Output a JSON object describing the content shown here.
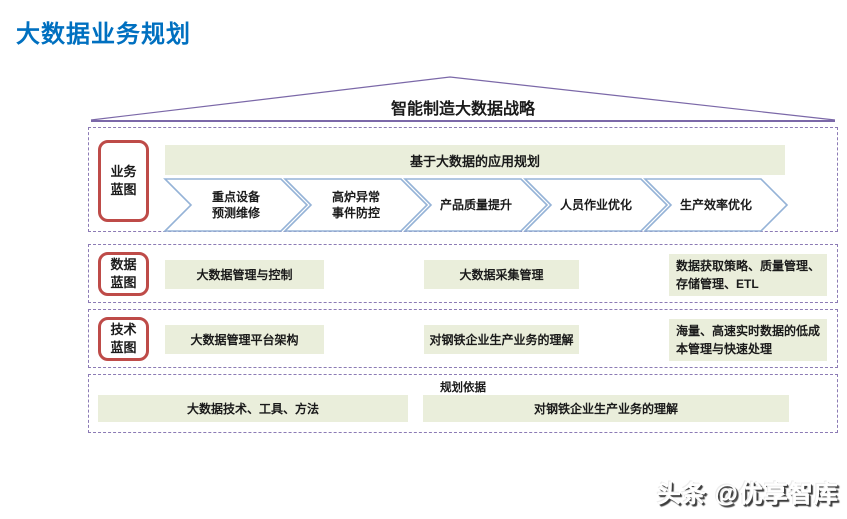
{
  "page": {
    "title": "大数据业务规划"
  },
  "strategy": {
    "label": "智能制造大数据战略"
  },
  "rows": {
    "business": {
      "label": "业务\n蓝图",
      "header": "基于大数据的应用规划",
      "arrows": [
        "重点设备\n预测维修",
        "高炉异常\n事件防控",
        "产品质量提升",
        "人员作业优化",
        "生产效率优化"
      ]
    },
    "data": {
      "label": "数据\n蓝图",
      "boxes": [
        "大数据管理与控制",
        "大数据采集管理",
        "数据获取策略、质量管理、存储管理、ETL"
      ]
    },
    "tech": {
      "label": "技术\n蓝图",
      "boxes": [
        "大数据管理平台架构",
        "对钢铁企业生产业务的理解",
        "海量、高速实时数据的低成本管理与快速处理"
      ]
    },
    "basis": {
      "title": "规划依据",
      "boxes": [
        "大数据技术、工具、方法",
        "对钢铁企业生产业务的理解"
      ]
    }
  },
  "watermark": "头条 @优享智库",
  "colors": {
    "title_blue": "#0070C0",
    "tag_red": "#BE4B48",
    "box_green": "#EAEEDB",
    "arrow_blue": "#95B3D7",
    "dashed_purple": "#8C7BB5",
    "roof_purple": "#7B68A8",
    "text": "#1A1A1A"
  }
}
